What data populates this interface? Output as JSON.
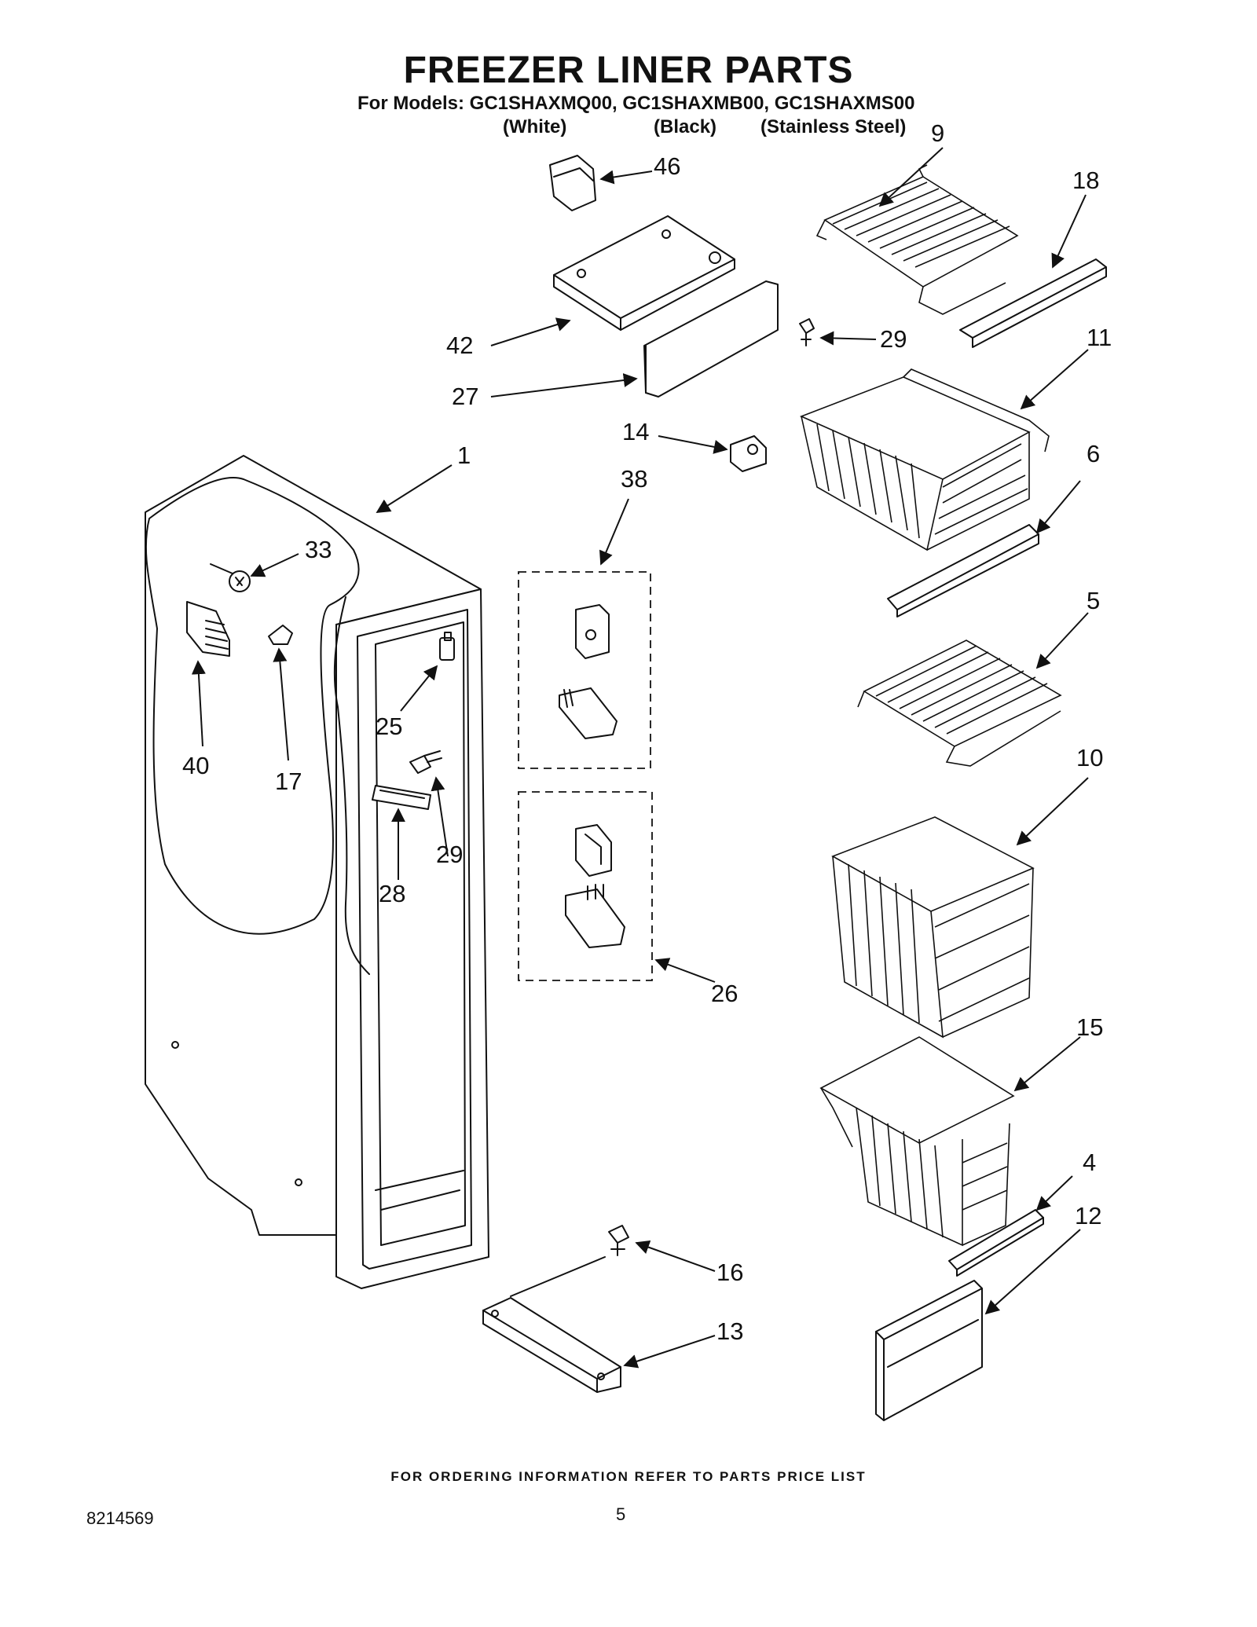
{
  "header": {
    "title": "FREEZER LINER PARTS",
    "models_line": "For Models: GC1SHAXMQ00, GC1SHAXMB00, GC1SHAXMS00",
    "variants": [
      "(White)",
      "(Black)",
      "(Stainless Steel)"
    ]
  },
  "callouts": {
    "c1": "1",
    "c4": "4",
    "c5": "5",
    "c6": "6",
    "c9": "9",
    "c10": "10",
    "c11": "11",
    "c12": "12",
    "c13": "13",
    "c14": "14",
    "c15": "15",
    "c16": "16",
    "c17": "17",
    "c18": "18",
    "c25": "25",
    "c26": "26",
    "c27": "27",
    "c28": "28",
    "c29a": "29",
    "c29b": "29",
    "c33": "33",
    "c38": "38",
    "c40": "40",
    "c42": "42",
    "c46": "46"
  },
  "footer": {
    "note": "FOR ORDERING INFORMATION REFER TO PARTS PRICE LIST",
    "doc_number": "8214569",
    "page_number": "5"
  },
  "colors": {
    "ink": "#111111",
    "paper": "#ffffff"
  }
}
